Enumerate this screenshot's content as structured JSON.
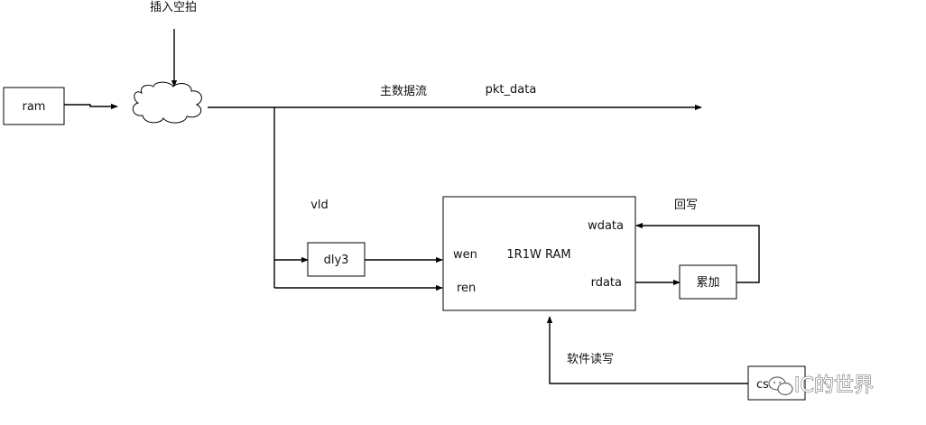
{
  "labels": {
    "insert_bubble": "插入空拍",
    "main_stream": "主数据流",
    "pkt_data": "pkt_data",
    "vld": "vld",
    "write_back": "回写",
    "software_rw": "软件读写"
  },
  "blocks": {
    "ram": "ram",
    "dly3": "dly3",
    "ram_1r1w": "1R1W RAM",
    "accumulate": "累加",
    "csr": "csr"
  },
  "ports": {
    "wen": "wen",
    "ren": "ren",
    "wdata": "wdata",
    "rdata": "rdata"
  },
  "watermark": {
    "text": "IC的世界"
  },
  "colors": {
    "line": "#000000",
    "background": "#ffffff"
  }
}
